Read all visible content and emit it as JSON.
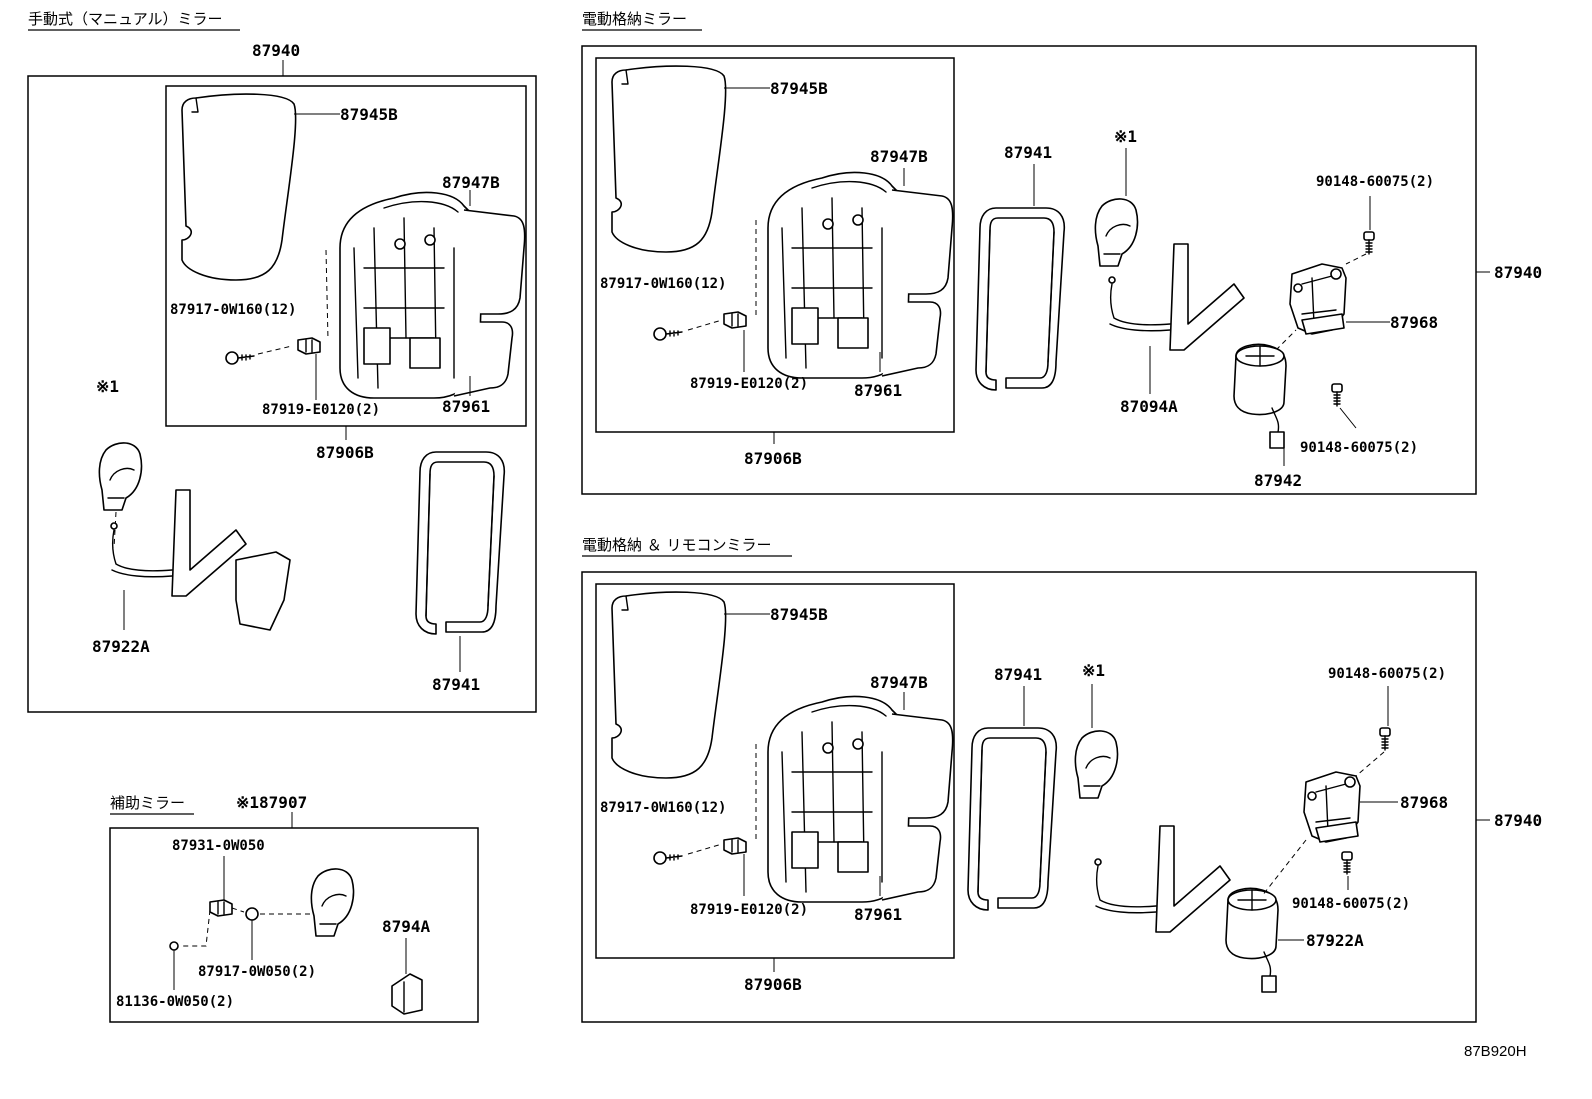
{
  "sections": {
    "manual": {
      "title": "手動式（マニュアル）ミラー",
      "assembly": "87940",
      "glass": "87945B",
      "housing": "87947B",
      "screw": "87917-0W160(12)",
      "clip": "87919-E0120(2)",
      "lower_cover": "87961",
      "sub_assembly": "87906B",
      "ref_mark": "※1",
      "stay": "87922A",
      "frame": "87941"
    },
    "retractable": {
      "title": "電動格納ミラー",
      "assembly": "87940",
      "glass": "87945B",
      "housing": "87947B",
      "frame": "87941",
      "ref_mark": "※1",
      "bolt_top": "90148-60075(2)",
      "screw": "87917-0W160(12)",
      "bracket": "87968",
      "clip": "87919-E0120(2)",
      "lower_cover": "87961",
      "stay": "87094A",
      "bolt_bottom": "90148-60075(2)",
      "sub_assembly": "87906B",
      "motor": "87942"
    },
    "remote": {
      "title": "電動格納 ＆ リモコンミラー",
      "assembly": "87940",
      "glass": "87945B",
      "housing": "87947B",
      "frame": "87941",
      "ref_mark": "※1",
      "bolt_top": "90148-60075(2)",
      "screw": "87917-0W160(12)",
      "bracket": "87968",
      "bolt_bottom": "90148-60075(2)",
      "clip": "87919-E0120(2)",
      "lower_cover": "87961",
      "motor_stay": "87922A",
      "sub_assembly": "87906B"
    },
    "aux": {
      "title": "補助ミラー",
      "assembly": "※187907",
      "screw_a": "87931-0W050",
      "nut": "87917-0W050(2)",
      "screw_b": "81136-0W050(2)",
      "bracket": "8794A"
    }
  },
  "figure_code": "87B920H"
}
